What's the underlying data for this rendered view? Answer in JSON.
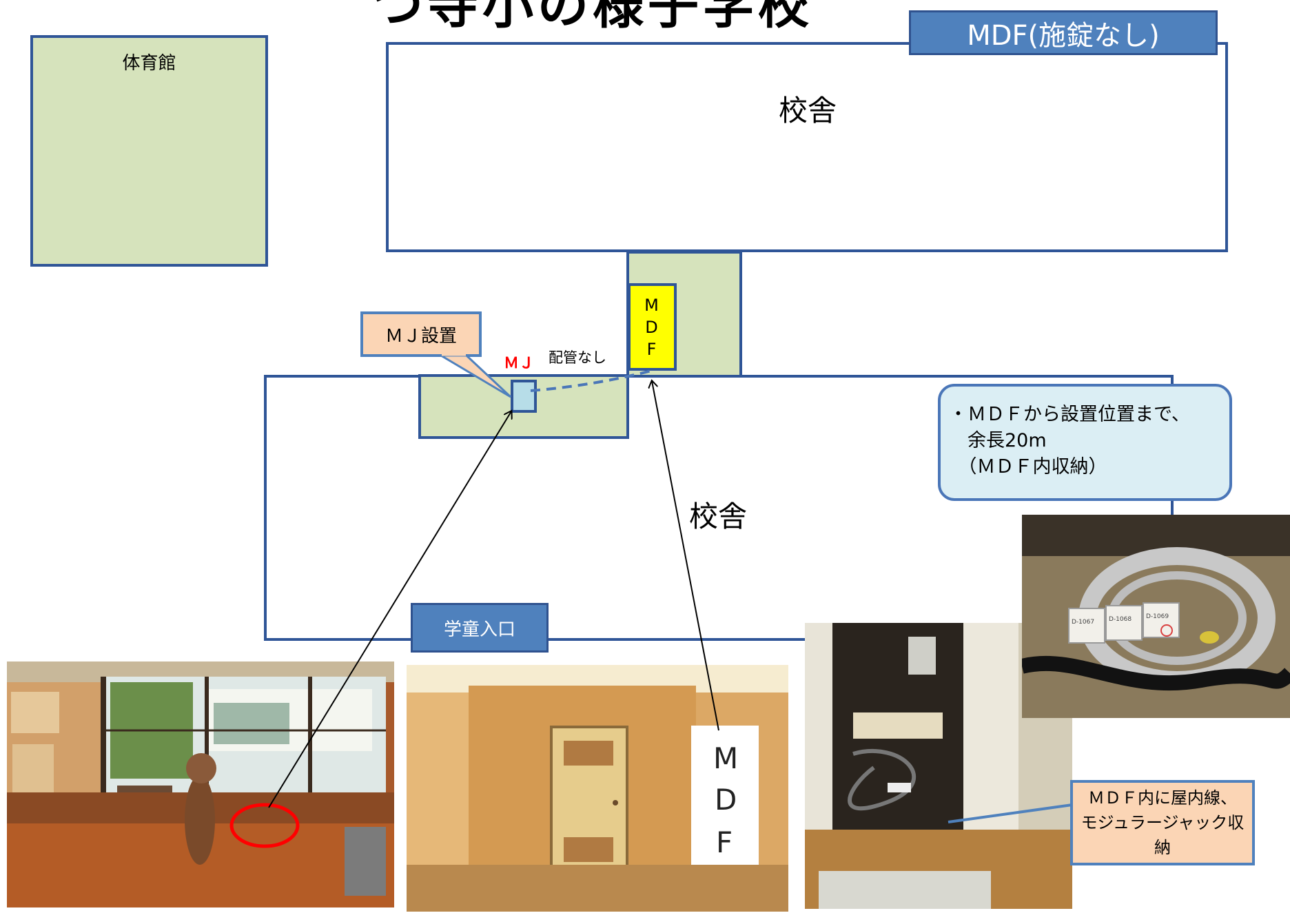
{
  "title_partial": "つ寺小の様子学校",
  "gym": {
    "label": "体育館"
  },
  "building_top": {
    "label": "校舎"
  },
  "building_bottom": {
    "label": "校舎"
  },
  "mdf_tag": {
    "label": "MDF(施錠なし)"
  },
  "mdf_room": {
    "letters": [
      "M",
      "D",
      "F"
    ]
  },
  "mj_callout": {
    "label": "ＭＪ設置"
  },
  "mj_marker": {
    "label": "ＭＪ"
  },
  "no_conduit": {
    "label": "配管なし"
  },
  "student_entrance": {
    "label": "学童入口"
  },
  "info_box": {
    "lines": [
      "・ＭＤＦから設置位置まで、",
      "　余長20m",
      "　（ＭＤＦ内収納）"
    ]
  },
  "mdf_storage_callout": {
    "lines": [
      "ＭＤＦ内に屋内線、",
      "モジュラージャック収納"
    ]
  },
  "photo_mdf_sign": {
    "letters": [
      "M",
      "D",
      "F"
    ]
  },
  "photo_jack_labels": [
    "D-1067",
    "D-1068",
    "D-1069"
  ],
  "colors": {
    "building_border": "#2f5597",
    "green_area": "#d6e3bc",
    "mdf_yellow": "#ffff00",
    "tag_blue": "#4f81bd",
    "callout_peach": "#fbd5b5",
    "info_blue": "#dbeef4",
    "mj_red": "#ff0000",
    "dashed_link": "#4a76b8"
  }
}
